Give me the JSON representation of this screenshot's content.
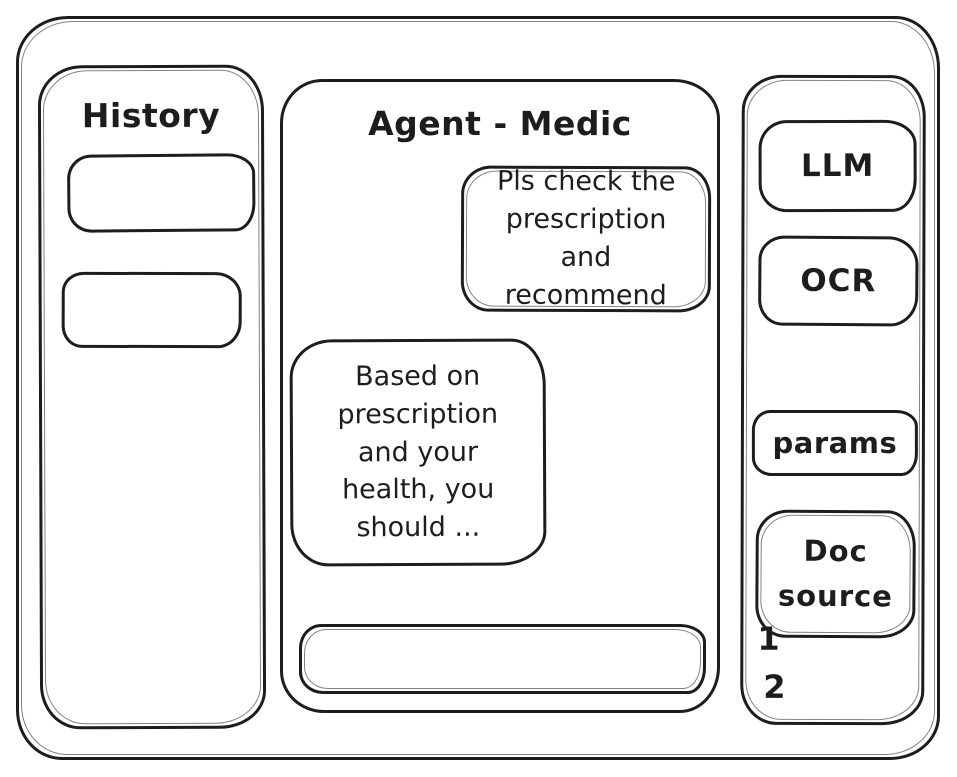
{
  "colors": {
    "ink": "#1d1d1d",
    "background": "#ffffff"
  },
  "history": {
    "title": "History",
    "items": [
      {
        "label": ""
      },
      {
        "label": ""
      }
    ]
  },
  "chat": {
    "title": "Agent - Medic",
    "messages": [
      {
        "role": "user",
        "text": "Pls check the prescription and recommend"
      },
      {
        "role": "assistant",
        "text": "Based on prescription and your health, you should ..."
      }
    ],
    "input": {
      "value": ""
    }
  },
  "tools": {
    "buttons": [
      {
        "label": "LLM"
      },
      {
        "label": "OCR"
      },
      {
        "label": "params"
      },
      {
        "label": "Doc source"
      }
    ],
    "doc_source_items": [
      "1",
      "2"
    ]
  }
}
